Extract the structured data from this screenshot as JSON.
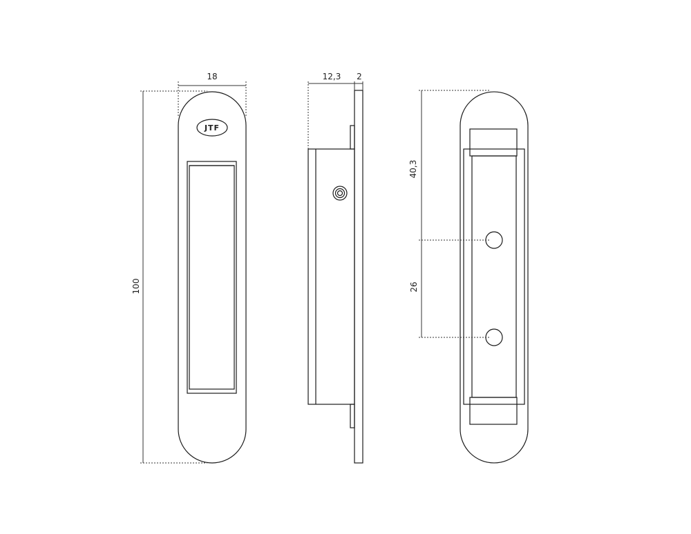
{
  "front_view": {
    "width_dimension": "18",
    "height_dimension": "100",
    "logo_text": "JTF"
  },
  "side_view": {
    "depth_dimension": "12,3",
    "plate_dimension": "2"
  },
  "back_view": {
    "top_to_hole_dimension": "40,3",
    "hole_spacing_dimension": "26"
  },
  "colors": {
    "line": "#1a1a1a",
    "dim_line": "#333333",
    "background": "#ffffff"
  }
}
